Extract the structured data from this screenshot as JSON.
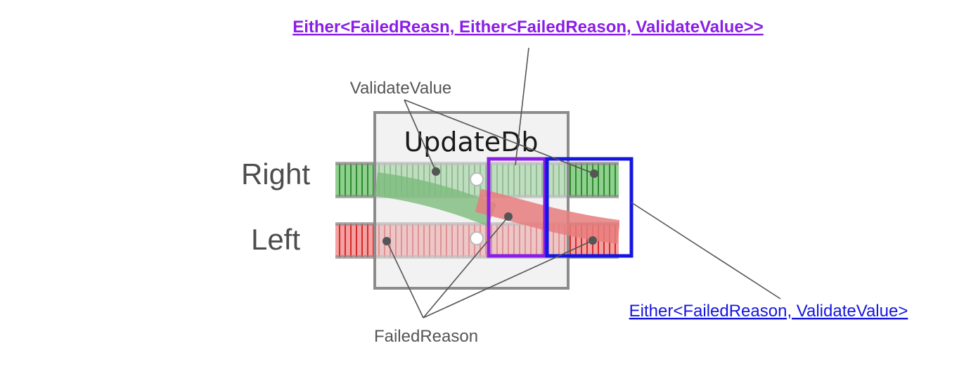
{
  "links": {
    "top": "Either<FailedReasn, Either<FailedReason, ValidateValue>>",
    "right": "Either<FailedReason, ValidateValue>"
  },
  "labels": {
    "validate_value": "ValidateValue",
    "failed_reason": "FailedReason",
    "right_track": "Right",
    "left_track": "Left",
    "box_title": "UpdateDb"
  },
  "colors": {
    "purple_highlight": "#8a1ee6",
    "blue_highlight": "#1515e0",
    "success_track": "#5ab45a",
    "failure_track": "#e85a5a"
  }
}
